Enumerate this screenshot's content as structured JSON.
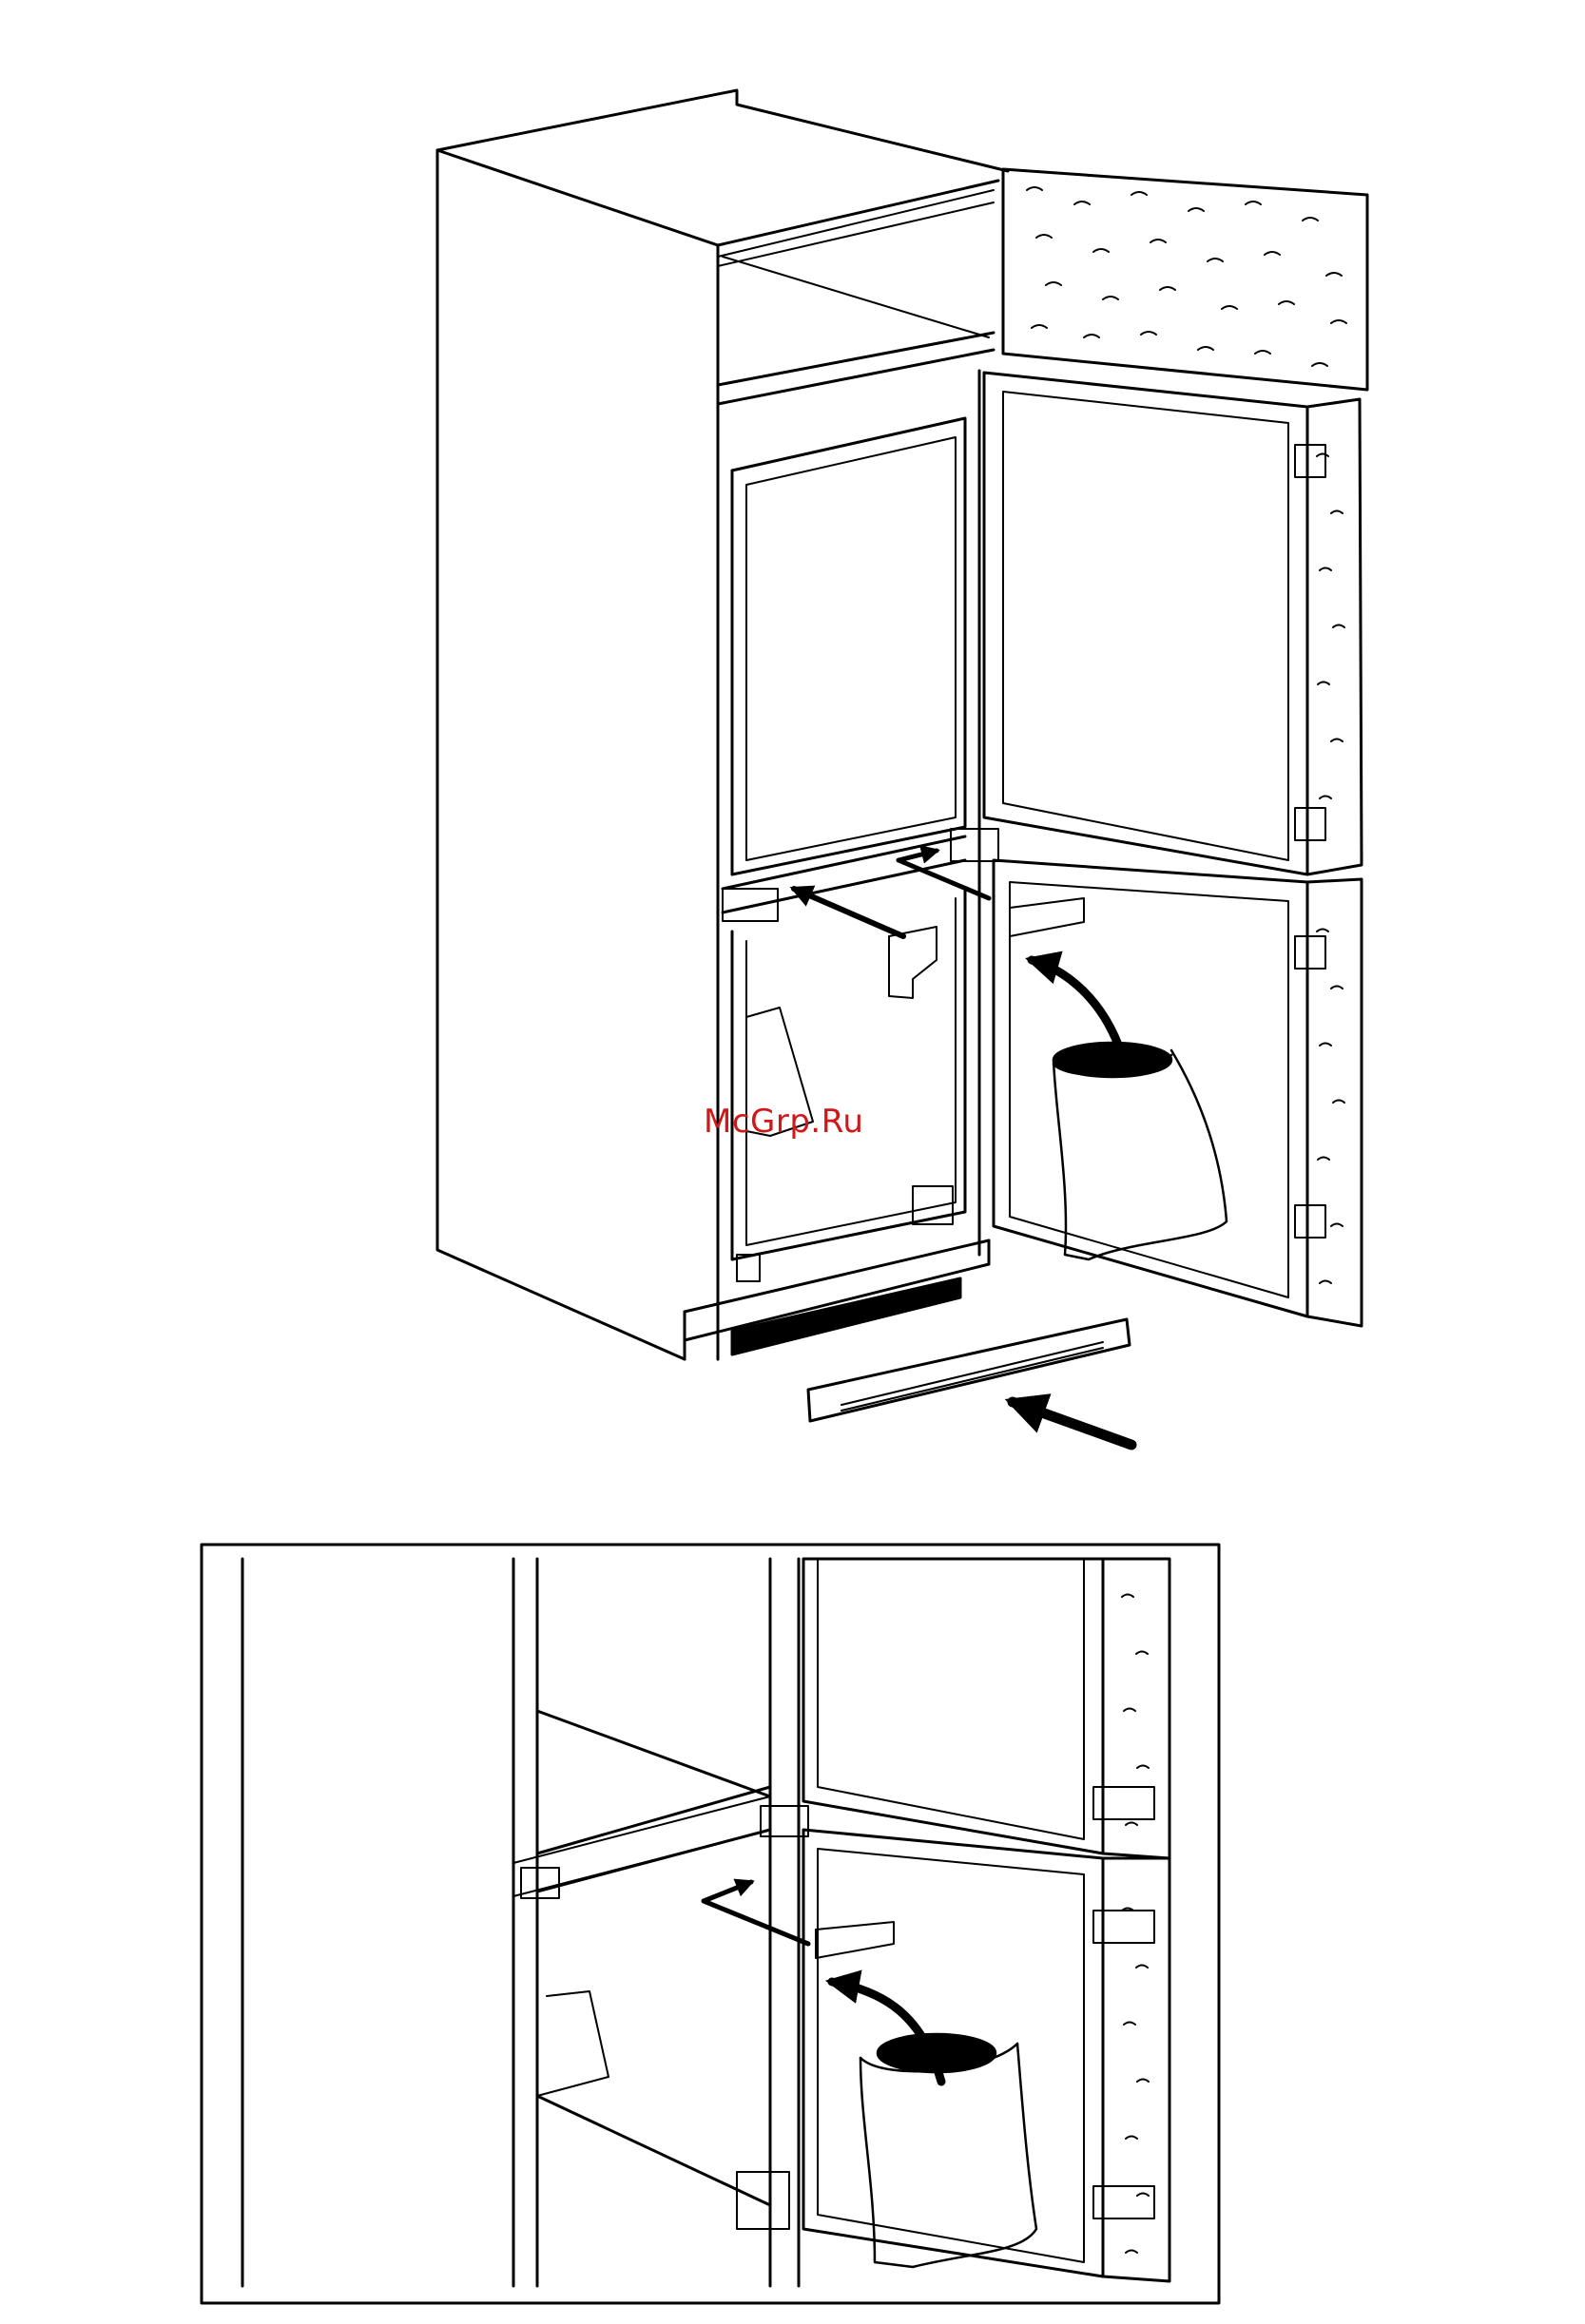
{
  "watermark": {
    "text": "McGrp.Ru",
    "color": "#d01818"
  },
  "colors": {
    "line": "#000000",
    "background": "#ffffff",
    "wood_texture": "#111111"
  },
  "figures": [
    {
      "name": "cabinet-installation-overview"
    },
    {
      "name": "door-hinge-detail-inset"
    }
  ]
}
